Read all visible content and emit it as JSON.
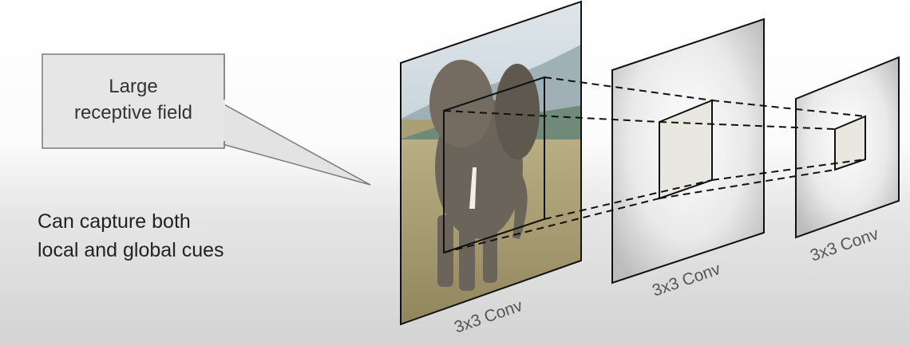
{
  "callout": {
    "line1": "Large",
    "line2": "receptive field"
  },
  "note": {
    "line1": "Can capture both",
    "line2": "local and global cues"
  },
  "layers": [
    {
      "label": "3x3 Conv",
      "content": "elephant-photo"
    },
    {
      "label": "3x3 Conv",
      "content": "gradient-feature-map"
    },
    {
      "label": "3x3 Conv",
      "content": "gradient-feature-map"
    }
  ],
  "colors": {
    "callout_fill": "#e6e6e6",
    "kernel_fill": "#e8e8e0",
    "dashed_line": "#111111",
    "label_text": "#555555"
  }
}
